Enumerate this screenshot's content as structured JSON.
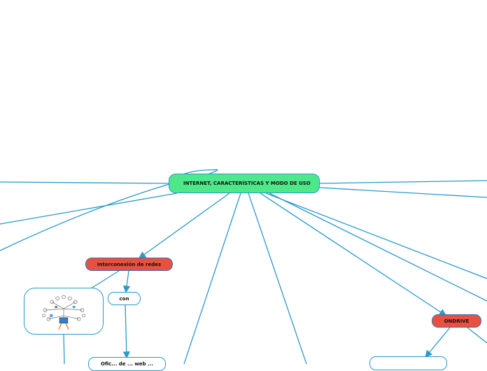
{
  "root": {
    "title": "INTERNET, CARACTERÍSTICAS Y MODO DE USO"
  },
  "nodes": {
    "interconexion": "Interconexión de redes",
    "con": "con",
    "ondrive": "ONDRIVE",
    "bottom_left": "Ofic... de ... web ...",
    "bottom_right": ""
  },
  "icons": {
    "network": "network-diagram-icon"
  },
  "colors": {
    "root_fill": "#4ee88a",
    "red_fill": "#e8513f",
    "line": "#2a9ac8"
  }
}
